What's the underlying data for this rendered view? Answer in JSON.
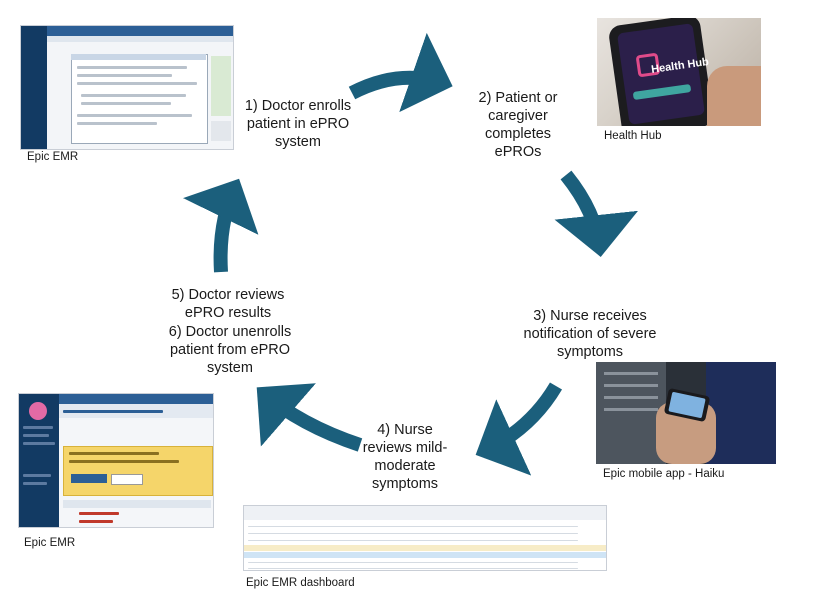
{
  "steps": {
    "s1": [
      "1) Doctor enrolls",
      "patient in ePRO",
      "system"
    ],
    "s2": [
      "2) Patient or",
      "caregiver",
      "completes",
      "ePROs"
    ],
    "s3": [
      "3) Nurse receives",
      "notification of severe",
      "symptoms"
    ],
    "s4": [
      "4) Nurse",
      "reviews mild-",
      "moderate",
      "symptoms"
    ],
    "s5": [
      "5) Doctor reviews",
      "ePRO results"
    ],
    "s6": [
      "6) Doctor unenrolls",
      "patient from ePRO",
      "system"
    ]
  },
  "captions": {
    "epic_emr_top": "Epic EMR",
    "health_hub": "Health Hub",
    "haiku": "Epic mobile app - Haiku",
    "epic_emr_bottom": "Epic EMR",
    "dashboard": "Epic EMR dashboard"
  },
  "screens": {
    "health_hub_app": "Health Hub"
  },
  "colors": {
    "arrow": "#1b5f7c",
    "emr_navy": "#123a63",
    "emr_header": "#2c5f96",
    "alert_yellow": "#f5d56a"
  }
}
